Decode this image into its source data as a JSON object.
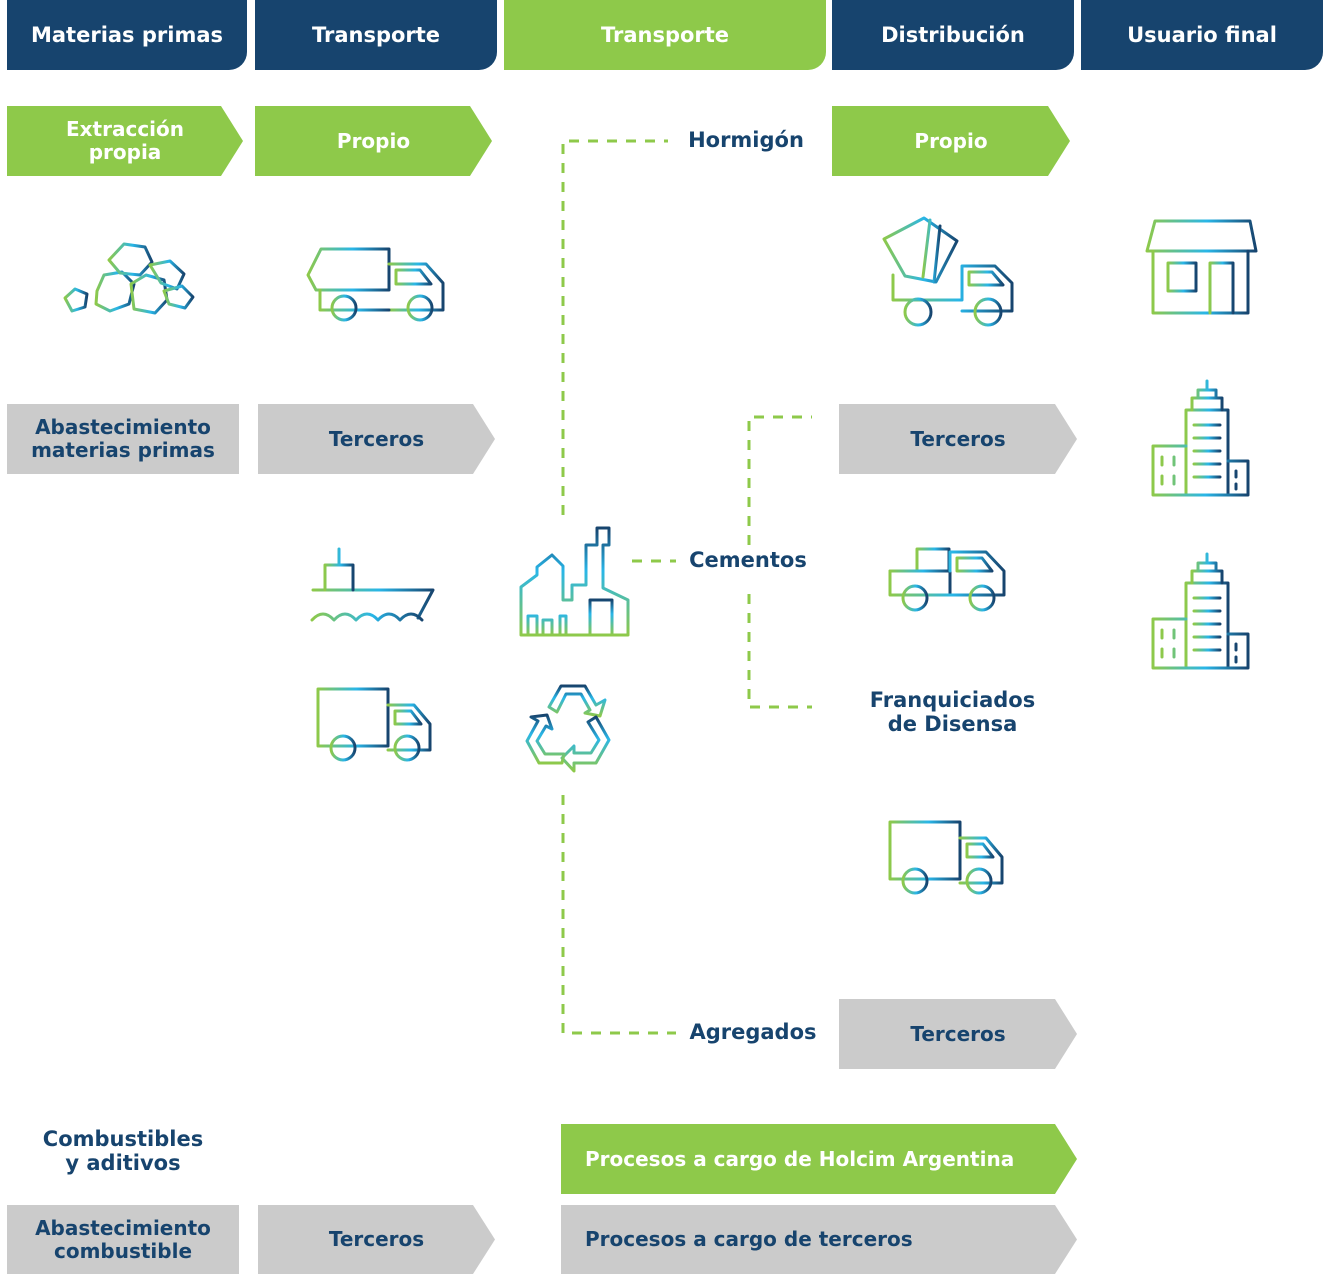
{
  "headers": [
    "Materias primas",
    "Transporte",
    "Transporte",
    "Distribución",
    "Usuario final"
  ],
  "raw_materials": {
    "own": "Extracción\npropia",
    "supply": "Abastecimiento\nmaterias primas",
    "fuels": "Combustibles\ny aditivos",
    "fuel_supply": "Abastecimiento\ncombustible"
  },
  "transport": {
    "own": "Propio",
    "third": "Terceros",
    "fuel_third": "Terceros"
  },
  "products": {
    "concrete": "Hormigón",
    "cement": "Cementos",
    "franchise": "Franquiciados\nde Disensa",
    "aggregates": "Agregados"
  },
  "distribution": {
    "own": "Propio",
    "third": "Terceros",
    "aggregates_third": "Terceros"
  },
  "legend": {
    "holcim": "Procesos a cargo de Holcim Argentina",
    "third_party": "Procesos a cargo de terceros"
  },
  "colors": {
    "navy": "#17446e",
    "green": "#8ec94a",
    "grey": "#cbcbcb",
    "icon_gradient": [
      "#8ec94a",
      "#29b6e8",
      "#17446e"
    ]
  },
  "icons": [
    "rocks-icon",
    "dump-truck-icon",
    "concrete-mixer-icon",
    "house-icon",
    "office-building-icon",
    "ship-icon",
    "factory-icon",
    "truck-icon",
    "recycle-icon",
    "pickup-truck-icon"
  ]
}
